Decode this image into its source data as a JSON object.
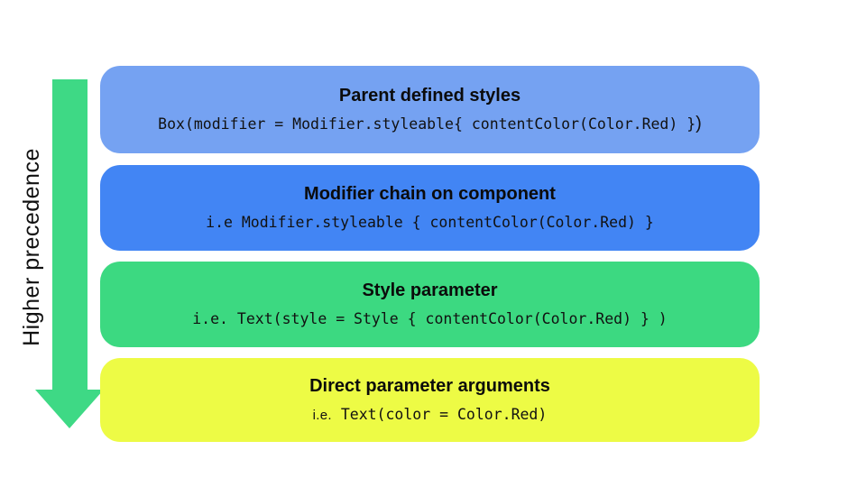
{
  "arrow": {
    "label": "Higher precedence",
    "color": "#3ed985"
  },
  "boxes": [
    {
      "title": "Parent defined styles",
      "code_prefix": "",
      "code": "Box(modifier = Modifier.styleable{ contentColor(Color.Red) }",
      "code_suffix": ")",
      "color": "#75a2f2"
    },
    {
      "title": "Modifier chain on component",
      "code_prefix": "",
      "code": "i.e Modifier.styleable { contentColor(Color.Red) }",
      "code_suffix": "",
      "color": "#4285f4"
    },
    {
      "title": "Style parameter",
      "code_prefix": "",
      "code": "i.e. Text(style = Style { contentColor(Color.Red) } )",
      "code_suffix": "",
      "color": "#3cd981"
    },
    {
      "title": "Direct parameter arguments",
      "code_prefix": "i.e.",
      "code": " Text(color = Color.Red)",
      "code_suffix": "",
      "color": "#edfb45"
    }
  ]
}
